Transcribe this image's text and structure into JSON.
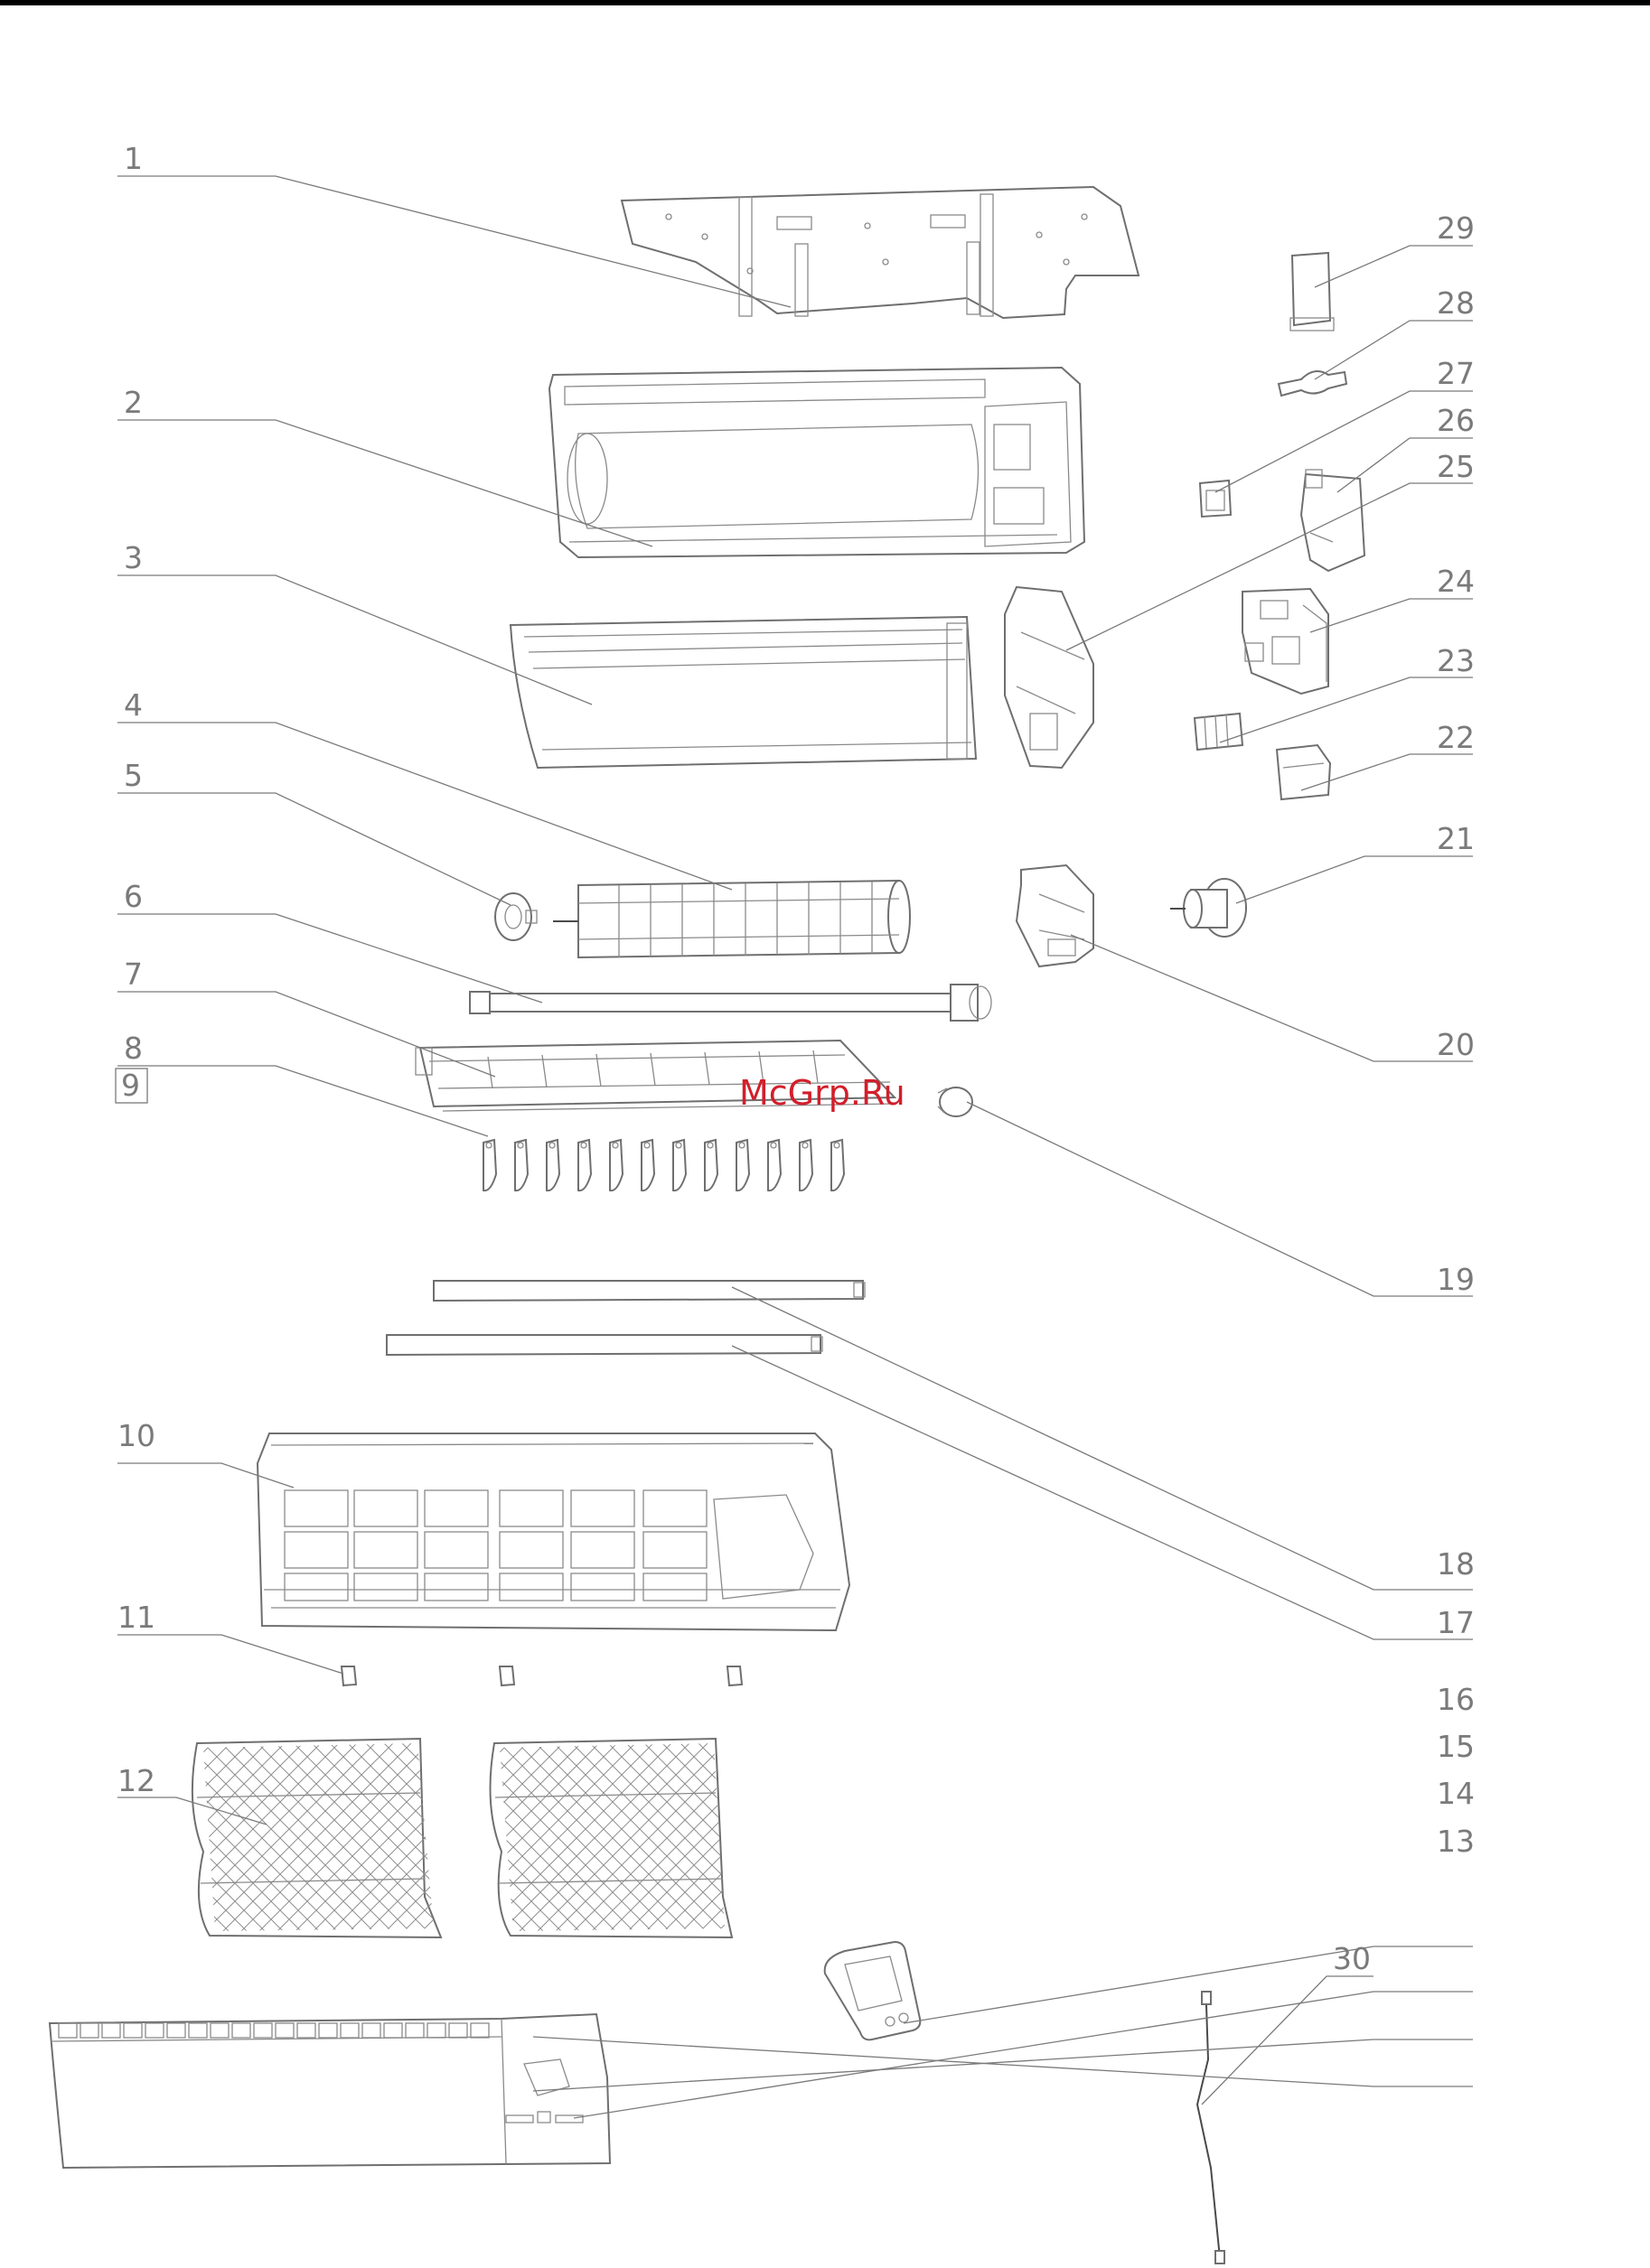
{
  "watermark": "McGrp.Ru",
  "callouts": [
    {
      "id": "1",
      "label": "1"
    },
    {
      "id": "2",
      "label": "2"
    },
    {
      "id": "3",
      "label": "3"
    },
    {
      "id": "4",
      "label": "4"
    },
    {
      "id": "5",
      "label": "5"
    },
    {
      "id": "6",
      "label": "6"
    },
    {
      "id": "7",
      "label": "7"
    },
    {
      "id": "8",
      "label": "8"
    },
    {
      "id": "9",
      "label": "9"
    },
    {
      "id": "10",
      "label": "10"
    },
    {
      "id": "11",
      "label": "11"
    },
    {
      "id": "12",
      "label": "12"
    },
    {
      "id": "13",
      "label": "13"
    },
    {
      "id": "14",
      "label": "14"
    },
    {
      "id": "15",
      "label": "15"
    },
    {
      "id": "16",
      "label": "16"
    },
    {
      "id": "17",
      "label": "17"
    },
    {
      "id": "18",
      "label": "18"
    },
    {
      "id": "19",
      "label": "19"
    },
    {
      "id": "20",
      "label": "20"
    },
    {
      "id": "21",
      "label": "21"
    },
    {
      "id": "22",
      "label": "22"
    },
    {
      "id": "23",
      "label": "23"
    },
    {
      "id": "24",
      "label": "24"
    },
    {
      "id": "25",
      "label": "25"
    },
    {
      "id": "26",
      "label": "26"
    },
    {
      "id": "27",
      "label": "27"
    },
    {
      "id": "28",
      "label": "28"
    },
    {
      "id": "29",
      "label": "29"
    },
    {
      "id": "30",
      "label": "30"
    }
  ]
}
